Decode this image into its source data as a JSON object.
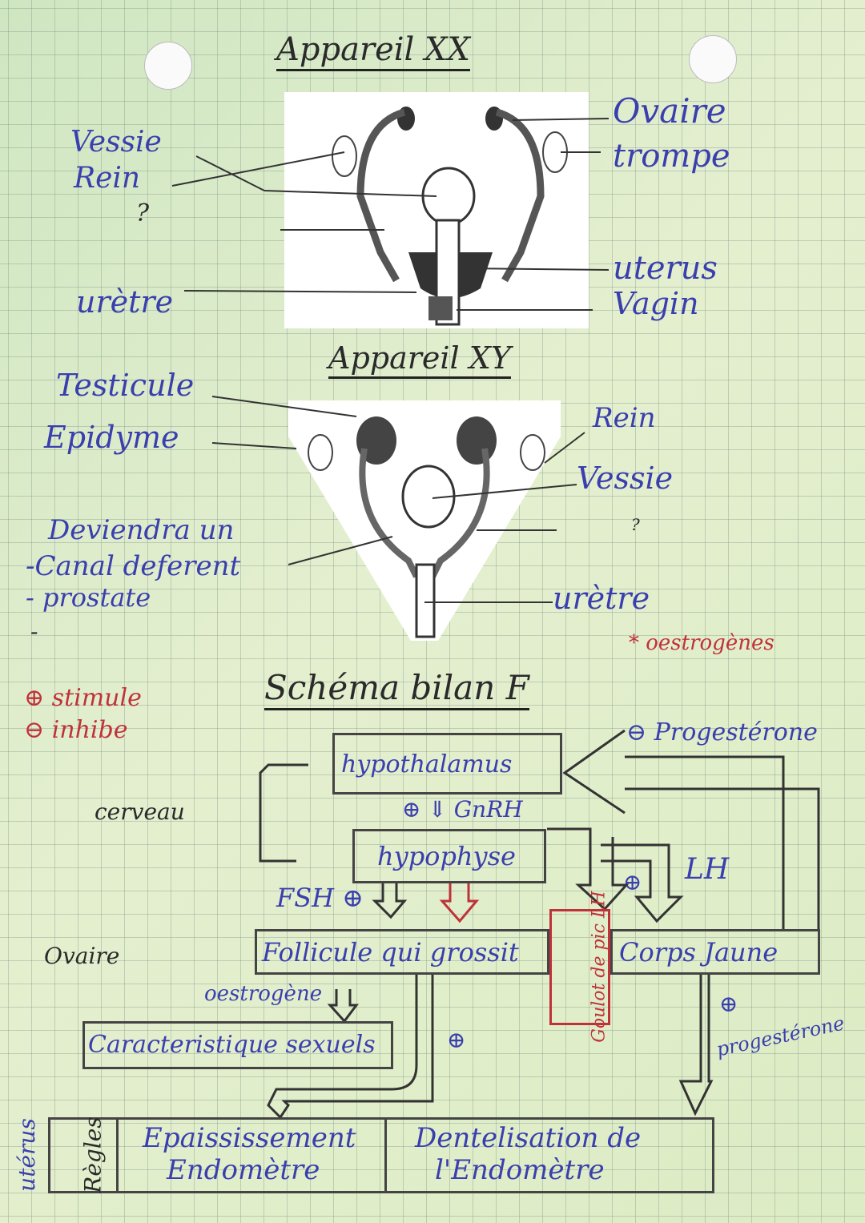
{
  "xx": {
    "title": "Appareil XX",
    "left_labels": [
      "Vessie",
      "Rein",
      "?",
      "urètre"
    ],
    "right_labels": [
      "Ovaire",
      "trompe",
      "uterus",
      "Vagin"
    ]
  },
  "xy": {
    "title": "Appareil XY",
    "left_labels": [
      "Testicule",
      "Epidyme",
      "Deviendra un",
      "-Canal deferent",
      "- prostate",
      "-"
    ],
    "right_labels": [
      "Rein",
      "Vessie",
      "?",
      "urètre"
    ],
    "note": "* oestrogènes"
  },
  "schema": {
    "title": "Schéma bilan F",
    "legend": [
      "⊕ stimule",
      "⊖ inhibe"
    ],
    "hypothalamus": "hypothalamus",
    "gnrh": "⊕ ⇓ GnRH",
    "hypophyse": "hypophyse",
    "cerveau": "cerveau",
    "progesterone_feedback": "⊖ Progestérone",
    "lh": "LH",
    "lh_plus": "⊕",
    "fsh": "FSH ⊕",
    "follicule": "Follicule qui grossit",
    "goulot": "Goulot de pic LH",
    "corps_jaune": "Corps Jaune",
    "ovaire": "Ovaire",
    "oestrogene": "oestrogène",
    "caracteristiques": "Caracteristique sexuels",
    "plus_mid": "⊕",
    "plus_right": "⊕",
    "progesterone": "progestérone",
    "uterus": "utérus",
    "regles": "Règles",
    "epaississement": [
      "Epaississement",
      "Endomètre"
    ],
    "dentelisation": [
      "Dentelisation de",
      "l'Endomètre"
    ]
  }
}
